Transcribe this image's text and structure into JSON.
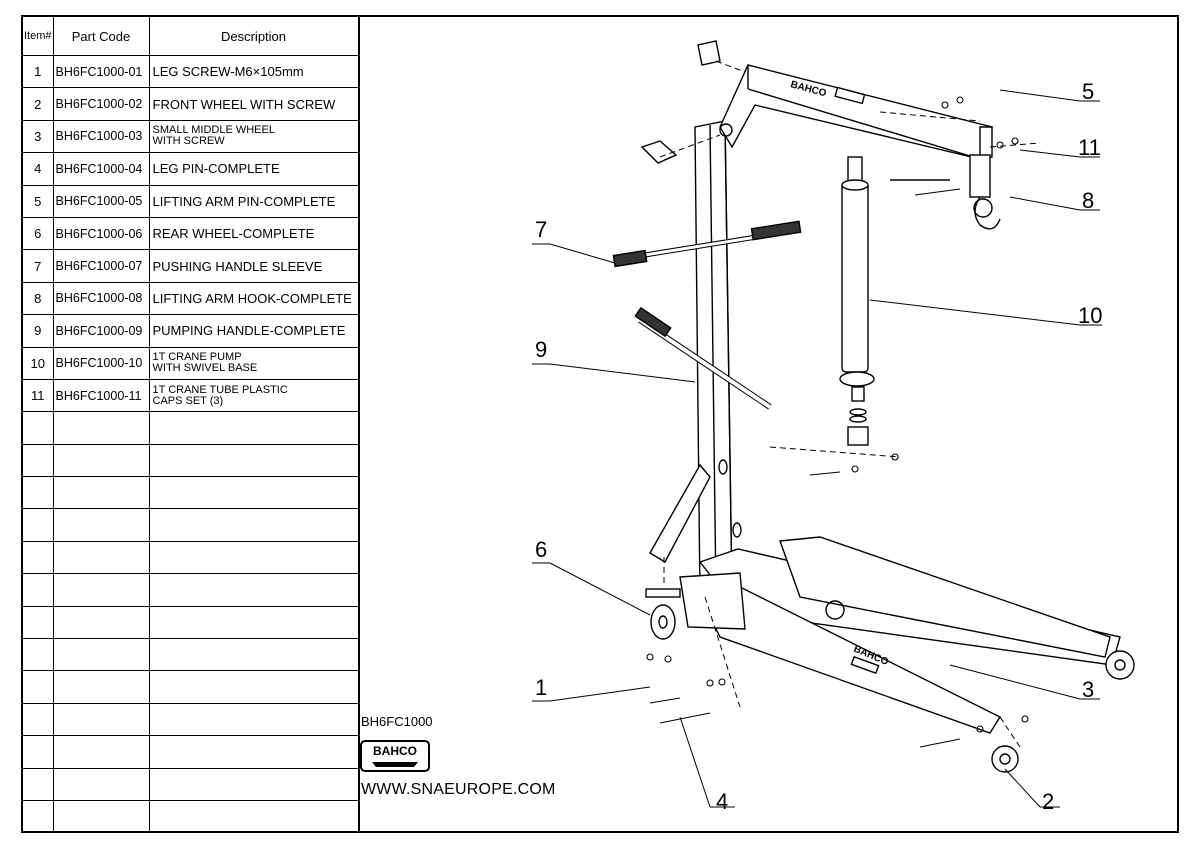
{
  "table": {
    "headers": {
      "item": "Item#",
      "code": "Part Code",
      "description": "Description"
    },
    "rows": [
      {
        "item": "1",
        "code": "BH6FC1000-01",
        "description": "LEG SCREW-M6×105mm"
      },
      {
        "item": "2",
        "code": "BH6FC1000-02",
        "description": "FRONT WHEEL WITH SCREW"
      },
      {
        "item": "3",
        "code": "BH6FC1000-03",
        "description": "SMALL MIDDLE WHEEL\nWITH SCREW"
      },
      {
        "item": "4",
        "code": "BH6FC1000-04",
        "description": "LEG PIN-COMPLETE"
      },
      {
        "item": "5",
        "code": "BH6FC1000-05",
        "description": "LIFTING ARM PIN-COMPLETE"
      },
      {
        "item": "6",
        "code": "BH6FC1000-06",
        "description": "REAR WHEEL-COMPLETE"
      },
      {
        "item": "7",
        "code": "BH6FC1000-07",
        "description": "PUSHING HANDLE SLEEVE"
      },
      {
        "item": "8",
        "code": "BH6FC1000-08",
        "description": "LIFTING ARM HOOK-COMPLETE"
      },
      {
        "item": "9",
        "code": "BH6FC1000-09",
        "description": "PUMPING HANDLE-COMPLETE"
      },
      {
        "item": "10",
        "code": "BH6FC1000-10",
        "description": "1T CRANE PUMP\nWITH SWIVEL BASE"
      },
      {
        "item": "11",
        "code": "BH6FC1000-11",
        "description": "1T CRANE TUBE PLASTIC\nCAPS SET (3)"
      }
    ],
    "empty_rows": 13
  },
  "drawing": {
    "callouts": [
      "1",
      "2",
      "3",
      "4",
      "5",
      "6",
      "7",
      "8",
      "9",
      "10",
      "11"
    ],
    "arm_brand": "BAHCO",
    "leg_brand": "BAHCO"
  },
  "footer": {
    "model": "BH6FC1000",
    "logo_text": "BAHCO",
    "website": "WWW.SNAEUROPE.COM"
  }
}
